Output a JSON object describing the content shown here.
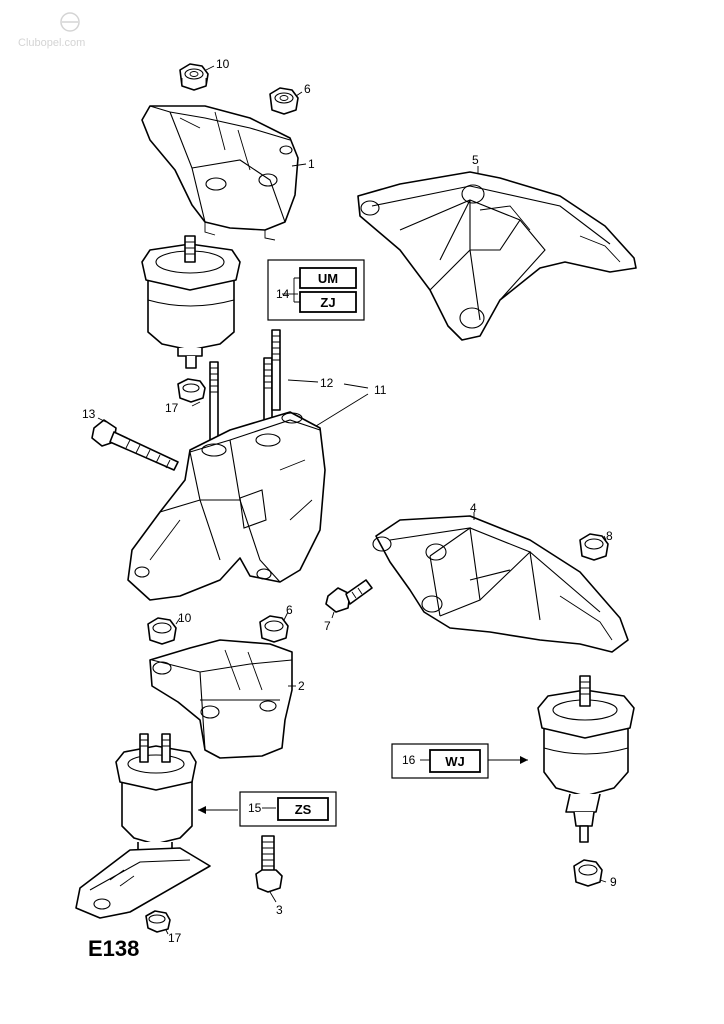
{
  "watermark": "Clubopel.com",
  "diagram_code": "E138",
  "parts": {
    "p1": "1",
    "p2": "2",
    "p3": "3",
    "p4": "4",
    "p5": "5",
    "p6a": "6",
    "p6b": "6",
    "p7": "7",
    "p8": "8",
    "p9": "9",
    "p10a": "10",
    "p10b": "10",
    "p11": "11",
    "p12": "12",
    "p13": "13",
    "p14": "14",
    "p15": "15",
    "p16": "16",
    "p17a": "17",
    "p17b": "17"
  },
  "variant_codes": {
    "box14_top": "UM",
    "box14_bottom": "ZJ",
    "box15": "ZS",
    "box16": "WJ"
  }
}
